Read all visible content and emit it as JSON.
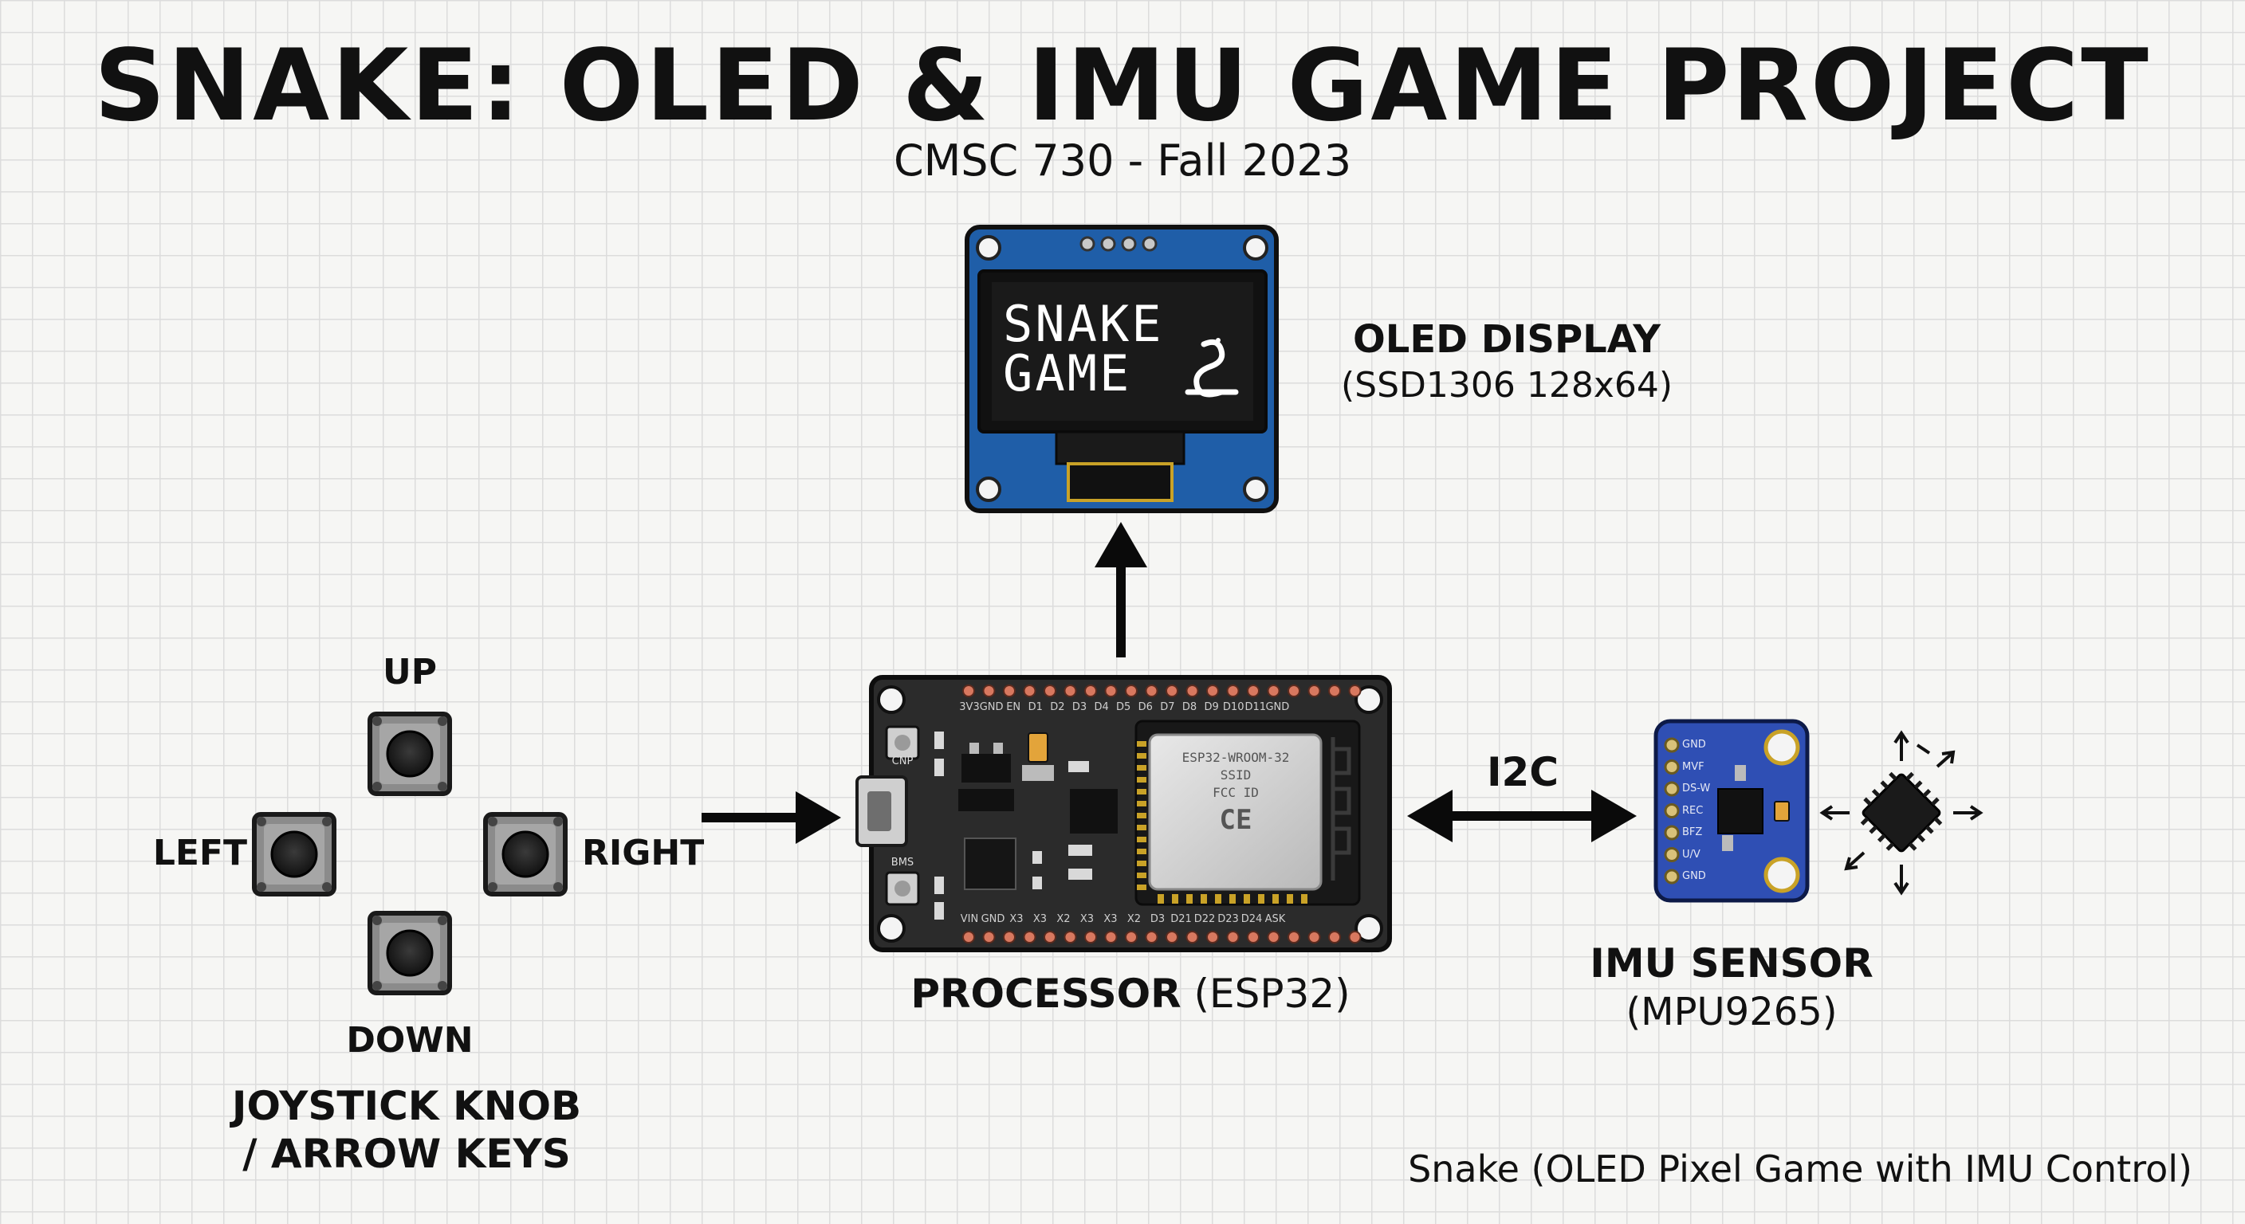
{
  "header": {
    "title": "SNAKE: OLED & IMU GAME PROJECT",
    "subtitle": "CMSC 730 - Fall 2023"
  },
  "oled": {
    "label": "OLED DISPLAY",
    "model": "(SSD1306 128x64)",
    "screen_line1": "SNAKE",
    "screen_line2": "GAME",
    "screen_icon": "snake-icon",
    "pcb_color": "#1f5ea8"
  },
  "controls": {
    "up": "UP",
    "down": "DOWN",
    "left": "LEFT",
    "right": "RIGHT",
    "label_line1": "JOYSTICK KNOB",
    "label_line2": "/ ARROW KEYS"
  },
  "processor": {
    "label": "PROCESSOR",
    "model": "(ESP32)",
    "top_pins": [
      "3V3",
      "GND",
      "EN",
      "D1",
      "D2",
      "D3",
      "D4",
      "D5",
      "D6",
      "D7",
      "D8",
      "D9",
      "D10",
      "D11",
      "GND"
    ],
    "bottom_pins": [
      "VIN",
      "GND",
      "X3",
      "X3",
      "X2",
      "X3",
      "X3",
      "X2",
      "D3",
      "D21",
      "D22",
      "D23",
      "D24",
      "ASK"
    ],
    "button_top": "CNP",
    "button_bottom": "BMS",
    "chip_text": [
      "ESP32-WROOM-32",
      "SSID",
      "FCC ID",
      "CE"
    ],
    "board_color": "#2b2b2b"
  },
  "link": {
    "label": "I2C"
  },
  "imu": {
    "label": "IMU SENSOR",
    "model": "(MPU9265)",
    "pins": [
      "GND",
      "MVF",
      "DS-W",
      "REC",
      "BFZ",
      "U/V",
      "GND"
    ],
    "pcb_color": "#2f4fb4"
  },
  "footer": {
    "caption": "Snake (OLED Pixel Game with IMU Control)"
  }
}
